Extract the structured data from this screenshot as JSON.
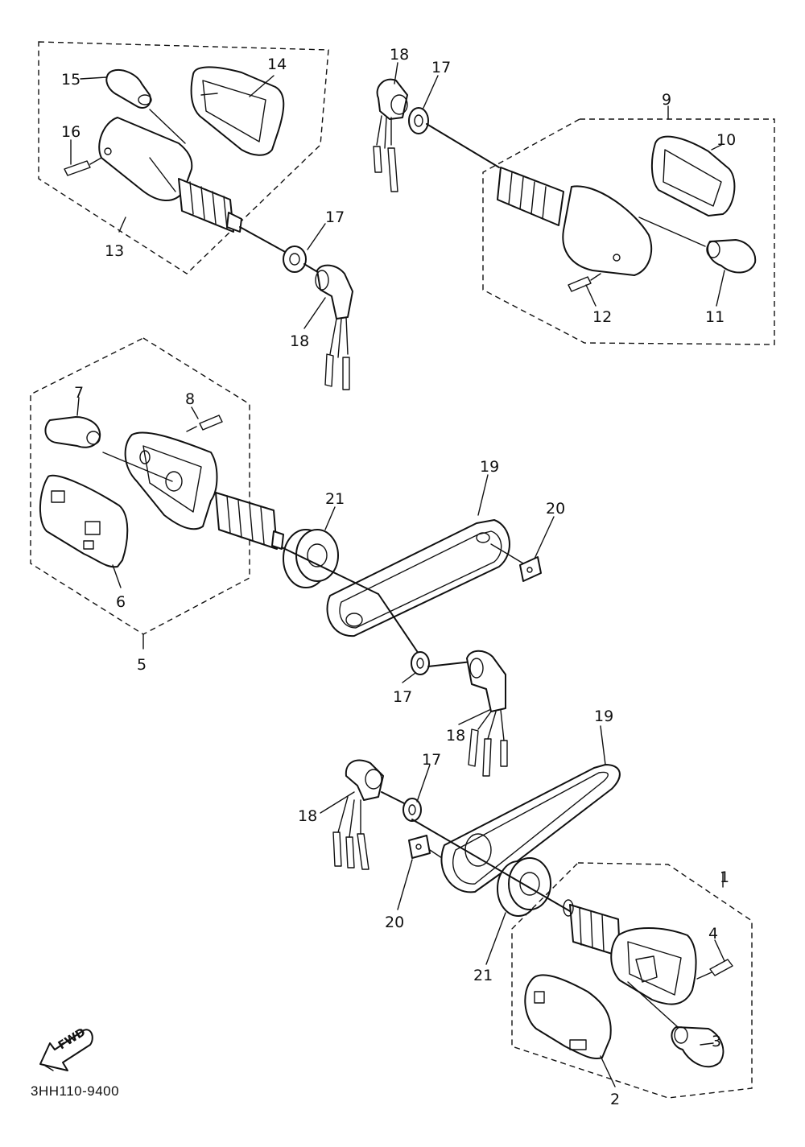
{
  "diagram": {
    "callouts": [
      "1",
      "2",
      "3",
      "4",
      "5",
      "6",
      "7",
      "8",
      "9",
      "10",
      "11",
      "12",
      "13",
      "14",
      "15",
      "16",
      "17",
      "18",
      "19",
      "20",
      "21"
    ],
    "direction_arrow": "FWD",
    "drawing_code": "3HH110-9400"
  }
}
